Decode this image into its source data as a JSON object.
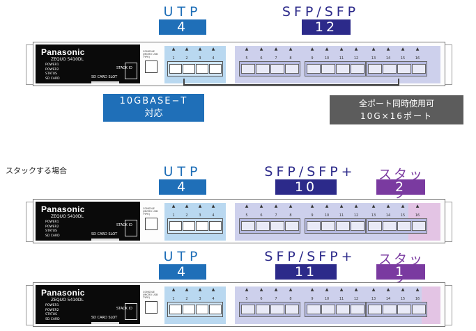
{
  "top": {
    "utp_label": "UTP",
    "utp_count": "4",
    "sfp_label": "SFP/SFP",
    "sfp_count": "12"
  },
  "callouts": {
    "base_t_line1": "10GBASE−T",
    "base_t_line2": "対応",
    "simul_line1": "全ポート同時使用可",
    "simul_line2": "10G×16ポート"
  },
  "stack_section": {
    "heading": "スタックする場合",
    "config_a": {
      "utp_label": "UTP",
      "utp_count": "4",
      "sfp_label": "SFP/SFP+",
      "sfp_count": "10",
      "stack_label": "スタック",
      "stack_count": "2"
    },
    "config_b": {
      "utp_label": "UTP",
      "utp_count": "4",
      "sfp_label": "SFP/SFP+",
      "sfp_count": "11",
      "stack_label": "スタック",
      "stack_count": "1"
    }
  },
  "device": {
    "brand": "Panasonic",
    "model": "ZEQUO 5410DL",
    "leds": [
      "POWER1",
      "POWER2",
      "STATUS",
      "SD CARD"
    ],
    "stack_id": "STACK ID",
    "sd_slot": "SD CARD SLOT",
    "console": "CONSOLE (MICRO USB TYPE)",
    "port_numbers": [
      "1",
      "2",
      "3",
      "4",
      "5",
      "6",
      "7",
      "8",
      "9",
      "10",
      "11",
      "12",
      "13",
      "14",
      "15",
      "16"
    ]
  },
  "colors": {
    "utp_blue": "#1f6fb8",
    "sfp_navy": "#2c2a8a",
    "stack_purple": "#7a3aa0",
    "utp_area": "#b9d8f0",
    "sfp_area": "#cdd0ec",
    "stack_area": "#e3c4e4"
  }
}
